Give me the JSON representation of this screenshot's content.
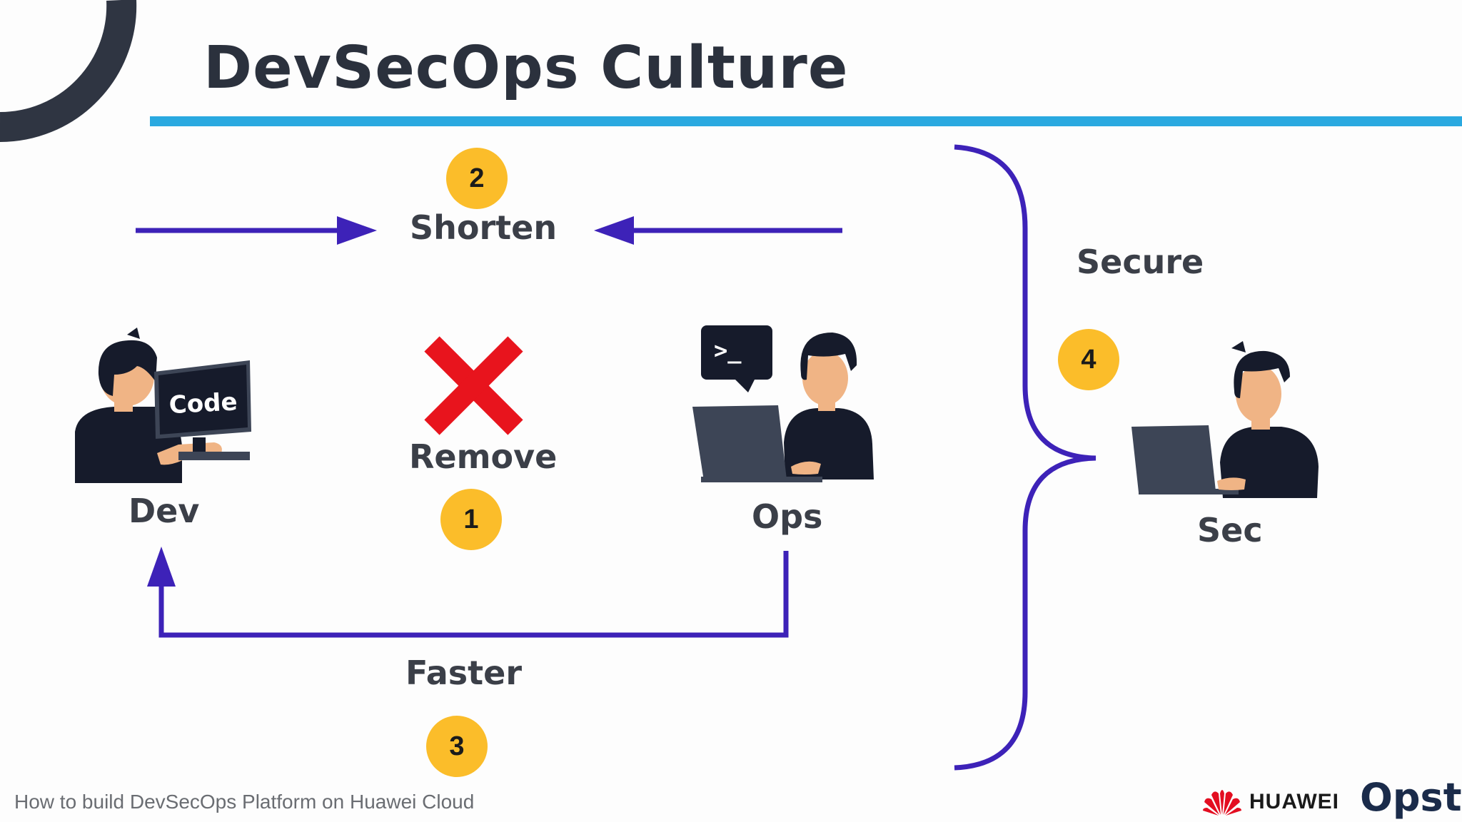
{
  "slide": {
    "title": "DevSecOps Culture",
    "footer": "How to build DevSecOps Platform on Huawei Cloud"
  },
  "diagram": {
    "shorten": {
      "label": "Shorten",
      "step": "2"
    },
    "remove": {
      "label": "Remove",
      "step": "1"
    },
    "faster": {
      "label": "Faster",
      "step": "3"
    },
    "secure": {
      "label": "Secure",
      "step": "4"
    },
    "roles": {
      "dev": "Dev",
      "ops": "Ops",
      "sec": "Sec"
    },
    "dev_monitor_text": "Code",
    "ops_prompt_text": ">_"
  },
  "logos": {
    "huawei": "HUAWEI",
    "opsta": "Opsta"
  },
  "colors": {
    "accent_blue": "#2aa9e0",
    "arrow_purple": "#3d22b8",
    "badge_yellow": "#fbbd2a",
    "cross_red": "#e8141d",
    "dark_navy": "#161b2b",
    "skin": "#f0b485"
  },
  "icons": [
    "corner-arc",
    "cross-icon",
    "huawei-logo-icon"
  ]
}
